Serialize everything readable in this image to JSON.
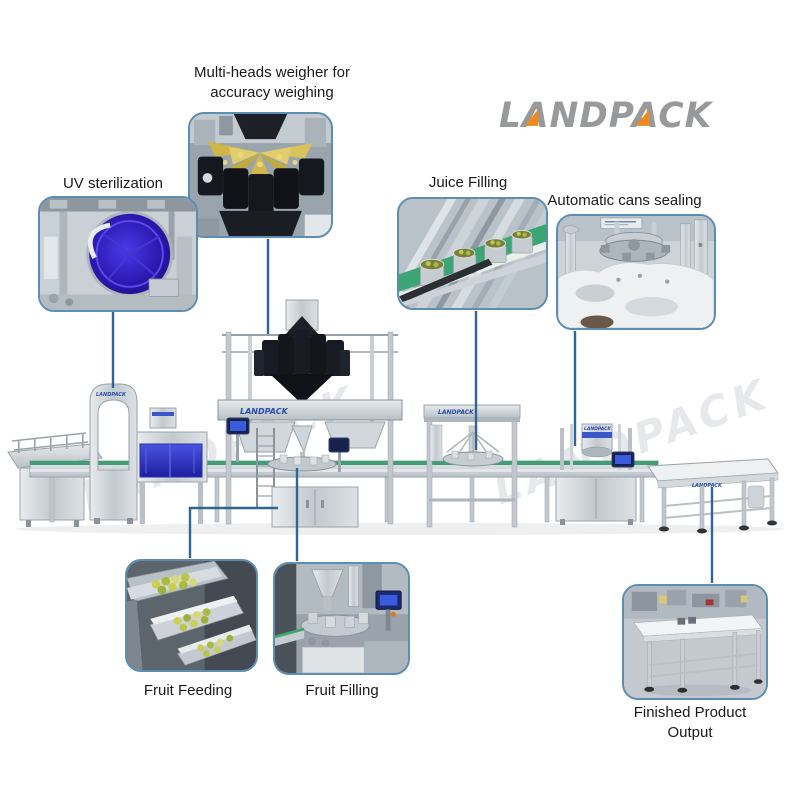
{
  "logo": {
    "text": "LANDPACK"
  },
  "watermark": {
    "text": "LANDPACK"
  },
  "callouts": {
    "multi_heads_weigher": {
      "lines": [
        "Multi-heads weigher for",
        "accuracy weighing"
      ]
    },
    "uv_sterilization": {
      "label": "UV sterilization"
    },
    "juice_filling": {
      "label": "Juice Filling"
    },
    "cans_sealing": {
      "label": "Automatic cans sealing"
    },
    "fruit_feeding": {
      "label": "Fruit Feeding"
    },
    "fruit_filling": {
      "label": "Fruit Filling"
    },
    "finished_output": {
      "lines": [
        "Finished Product",
        "Output"
      ]
    }
  },
  "machine_labels": {
    "arch": "LANDPACK",
    "platform": "LANDPACK",
    "juice_filler": "LANDPACK",
    "sealer": "LANDPACK",
    "output_table": "LANDPACK"
  },
  "colors": {
    "accent_blue": "#2e6695",
    "inset_border": "#5d8db0",
    "logo_gray": "#97999b",
    "logo_orange": "#f08a1d",
    "uv_blue": "#2a18b0",
    "conveyor_green": "#3e9e74",
    "label_text": "#1a1a1a"
  }
}
